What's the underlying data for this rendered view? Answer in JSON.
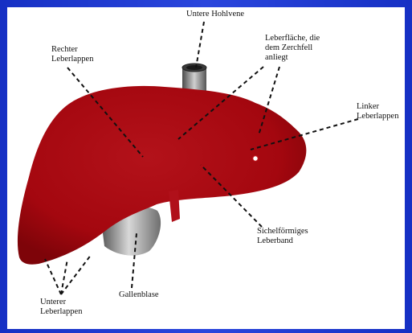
{
  "labels": {
    "untere_hohlvene": "Untere Hohlvene",
    "rechter_leberlappen": [
      "Rechter",
      "Leberlappen"
    ],
    "leberflaeche": [
      "Leberfläche, die",
      "dem Zerchfell",
      "anliegt"
    ],
    "linker_leberlappen": [
      "Linker",
      "Leberlappen"
    ],
    "sichelfoermiges_leberband": [
      "Sichelförmiges",
      "Leberband"
    ],
    "gallenblase": "Gallenblase",
    "unterer_leberlappen": [
      "Unterer",
      "Leberlappen"
    ]
  },
  "colors": {
    "background_blue": "#1b34c8",
    "panel": "#ffffff",
    "liver": "#a8070f",
    "gallbladder": "#8c8c8c",
    "leader_lines": "#111111"
  }
}
